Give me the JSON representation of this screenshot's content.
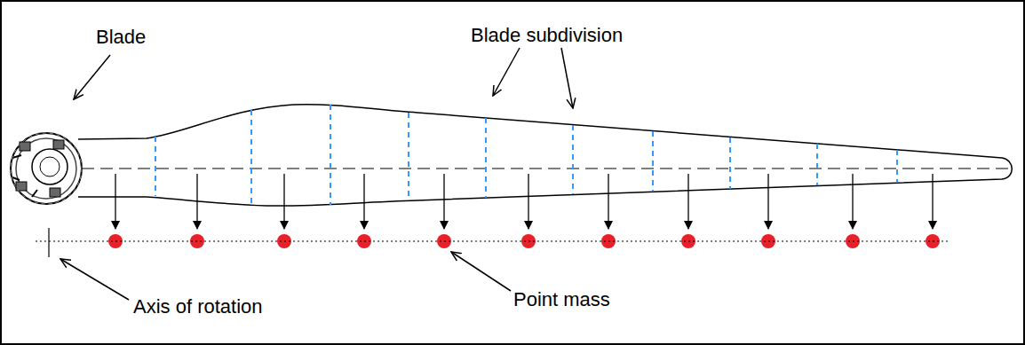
{
  "diagram": {
    "labels": [
      "Blade",
      "Blade subdivision",
      "Axis of rotation",
      "Point mass"
    ]
  }
}
